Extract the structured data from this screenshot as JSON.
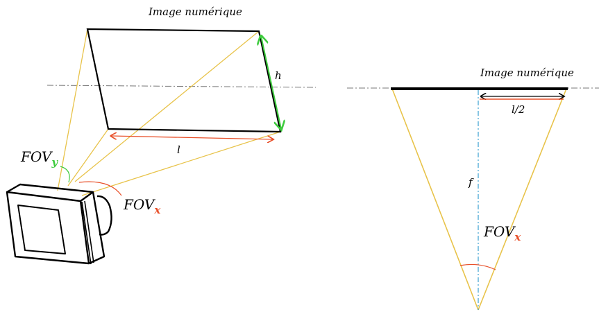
{
  "left_diagram": {
    "title": "Image numérique",
    "height_label": "h",
    "width_label": "l",
    "fov_y": {
      "base": "FOV",
      "sub": "y"
    },
    "fov_x": {
      "base": "FOV",
      "sub": "x"
    }
  },
  "right_diagram": {
    "title": "Image numérique",
    "half_width_label": "l/2",
    "focal_label": "f",
    "fov_x": {
      "base": "FOV",
      "sub": "x"
    }
  },
  "colors": {
    "ray": "#e8c34a",
    "dimension_arrow": "#e8502a",
    "height_arrow": "#3ecb3e",
    "axis_dashdot": "#777777",
    "optical_axis": "#3a9fd0",
    "angle_arc": "#e8502a"
  },
  "icons": {
    "camera": "camera-icon"
  }
}
